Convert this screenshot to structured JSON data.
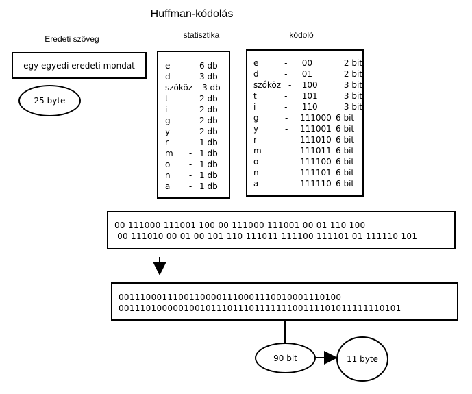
{
  "title": "Huffman-kódolás",
  "sections": {
    "original_label": "Eredeti szöveg",
    "stats_label": "statisztika",
    "coder_label": "kódoló"
  },
  "original_text": "egy egyedi eredeti mondat",
  "original_size": "25 byte",
  "stats": [
    {
      "ch": "e",
      "sep": "-",
      "count": "6 db"
    },
    {
      "ch": "d",
      "sep": "-",
      "count": "3 db"
    },
    {
      "ch": "szóköz",
      "sep": "-",
      "count": "3 db"
    },
    {
      "ch": "t",
      "sep": "-",
      "count": "2 db"
    },
    {
      "ch": "i",
      "sep": "-",
      "count": "2 db"
    },
    {
      "ch": "g",
      "sep": "-",
      "count": "2 db"
    },
    {
      "ch": "y",
      "sep": "-",
      "count": "2 db"
    },
    {
      "ch": "r",
      "sep": "-",
      "count": "1 db"
    },
    {
      "ch": "m",
      "sep": "-",
      "count": "1 db"
    },
    {
      "ch": "o",
      "sep": "-",
      "count": "1 db"
    },
    {
      "ch": "n",
      "sep": "-",
      "count": "1 db"
    },
    {
      "ch": "a",
      "sep": "-",
      "count": "1 db"
    }
  ],
  "codes": [
    {
      "ch": "e",
      "sep": "-",
      "code": "00",
      "len": "2 bit"
    },
    {
      "ch": "d",
      "sep": "-",
      "code": "01",
      "len": "2 bit"
    },
    {
      "ch": "szóköz",
      "sep": "-",
      "code": "100",
      "len": "3 bit"
    },
    {
      "ch": "t",
      "sep": "-",
      "code": "101",
      "len": "3 bit"
    },
    {
      "ch": "i",
      "sep": "-",
      "code": "110",
      "len": "3 bit"
    },
    {
      "ch": "g",
      "sep": "-",
      "code": "111000",
      "len": "6 bit"
    },
    {
      "ch": "y",
      "sep": "-",
      "code": "111001",
      "len": "6 bit"
    },
    {
      "ch": "r",
      "sep": "-",
      "code": "111010",
      "len": "6 bit"
    },
    {
      "ch": "m",
      "sep": "-",
      "code": "111011",
      "len": "6 bit"
    },
    {
      "ch": "o",
      "sep": "-",
      "code": "111100",
      "len": "6 bit"
    },
    {
      "ch": "n",
      "sep": "-",
      "code": "111101",
      "len": "6 bit"
    },
    {
      "ch": "a",
      "sep": "-",
      "code": "111110",
      "len": "6 bit"
    }
  ],
  "encoded_spaced": {
    "line1": "00 111000 111001 100 00 111000 111001 00 01 110 100",
    "line2": " 00 111010 00 01 00 101 110 111011 111100 111101 01 111110 101"
  },
  "encoded_packed": {
    "line1": "00111000111001100001110001110010001110100",
    "line2": "0011101000001001011101110111111100111101011111110101"
  },
  "bit_count": "90 bit",
  "byte_count": "11 byte"
}
